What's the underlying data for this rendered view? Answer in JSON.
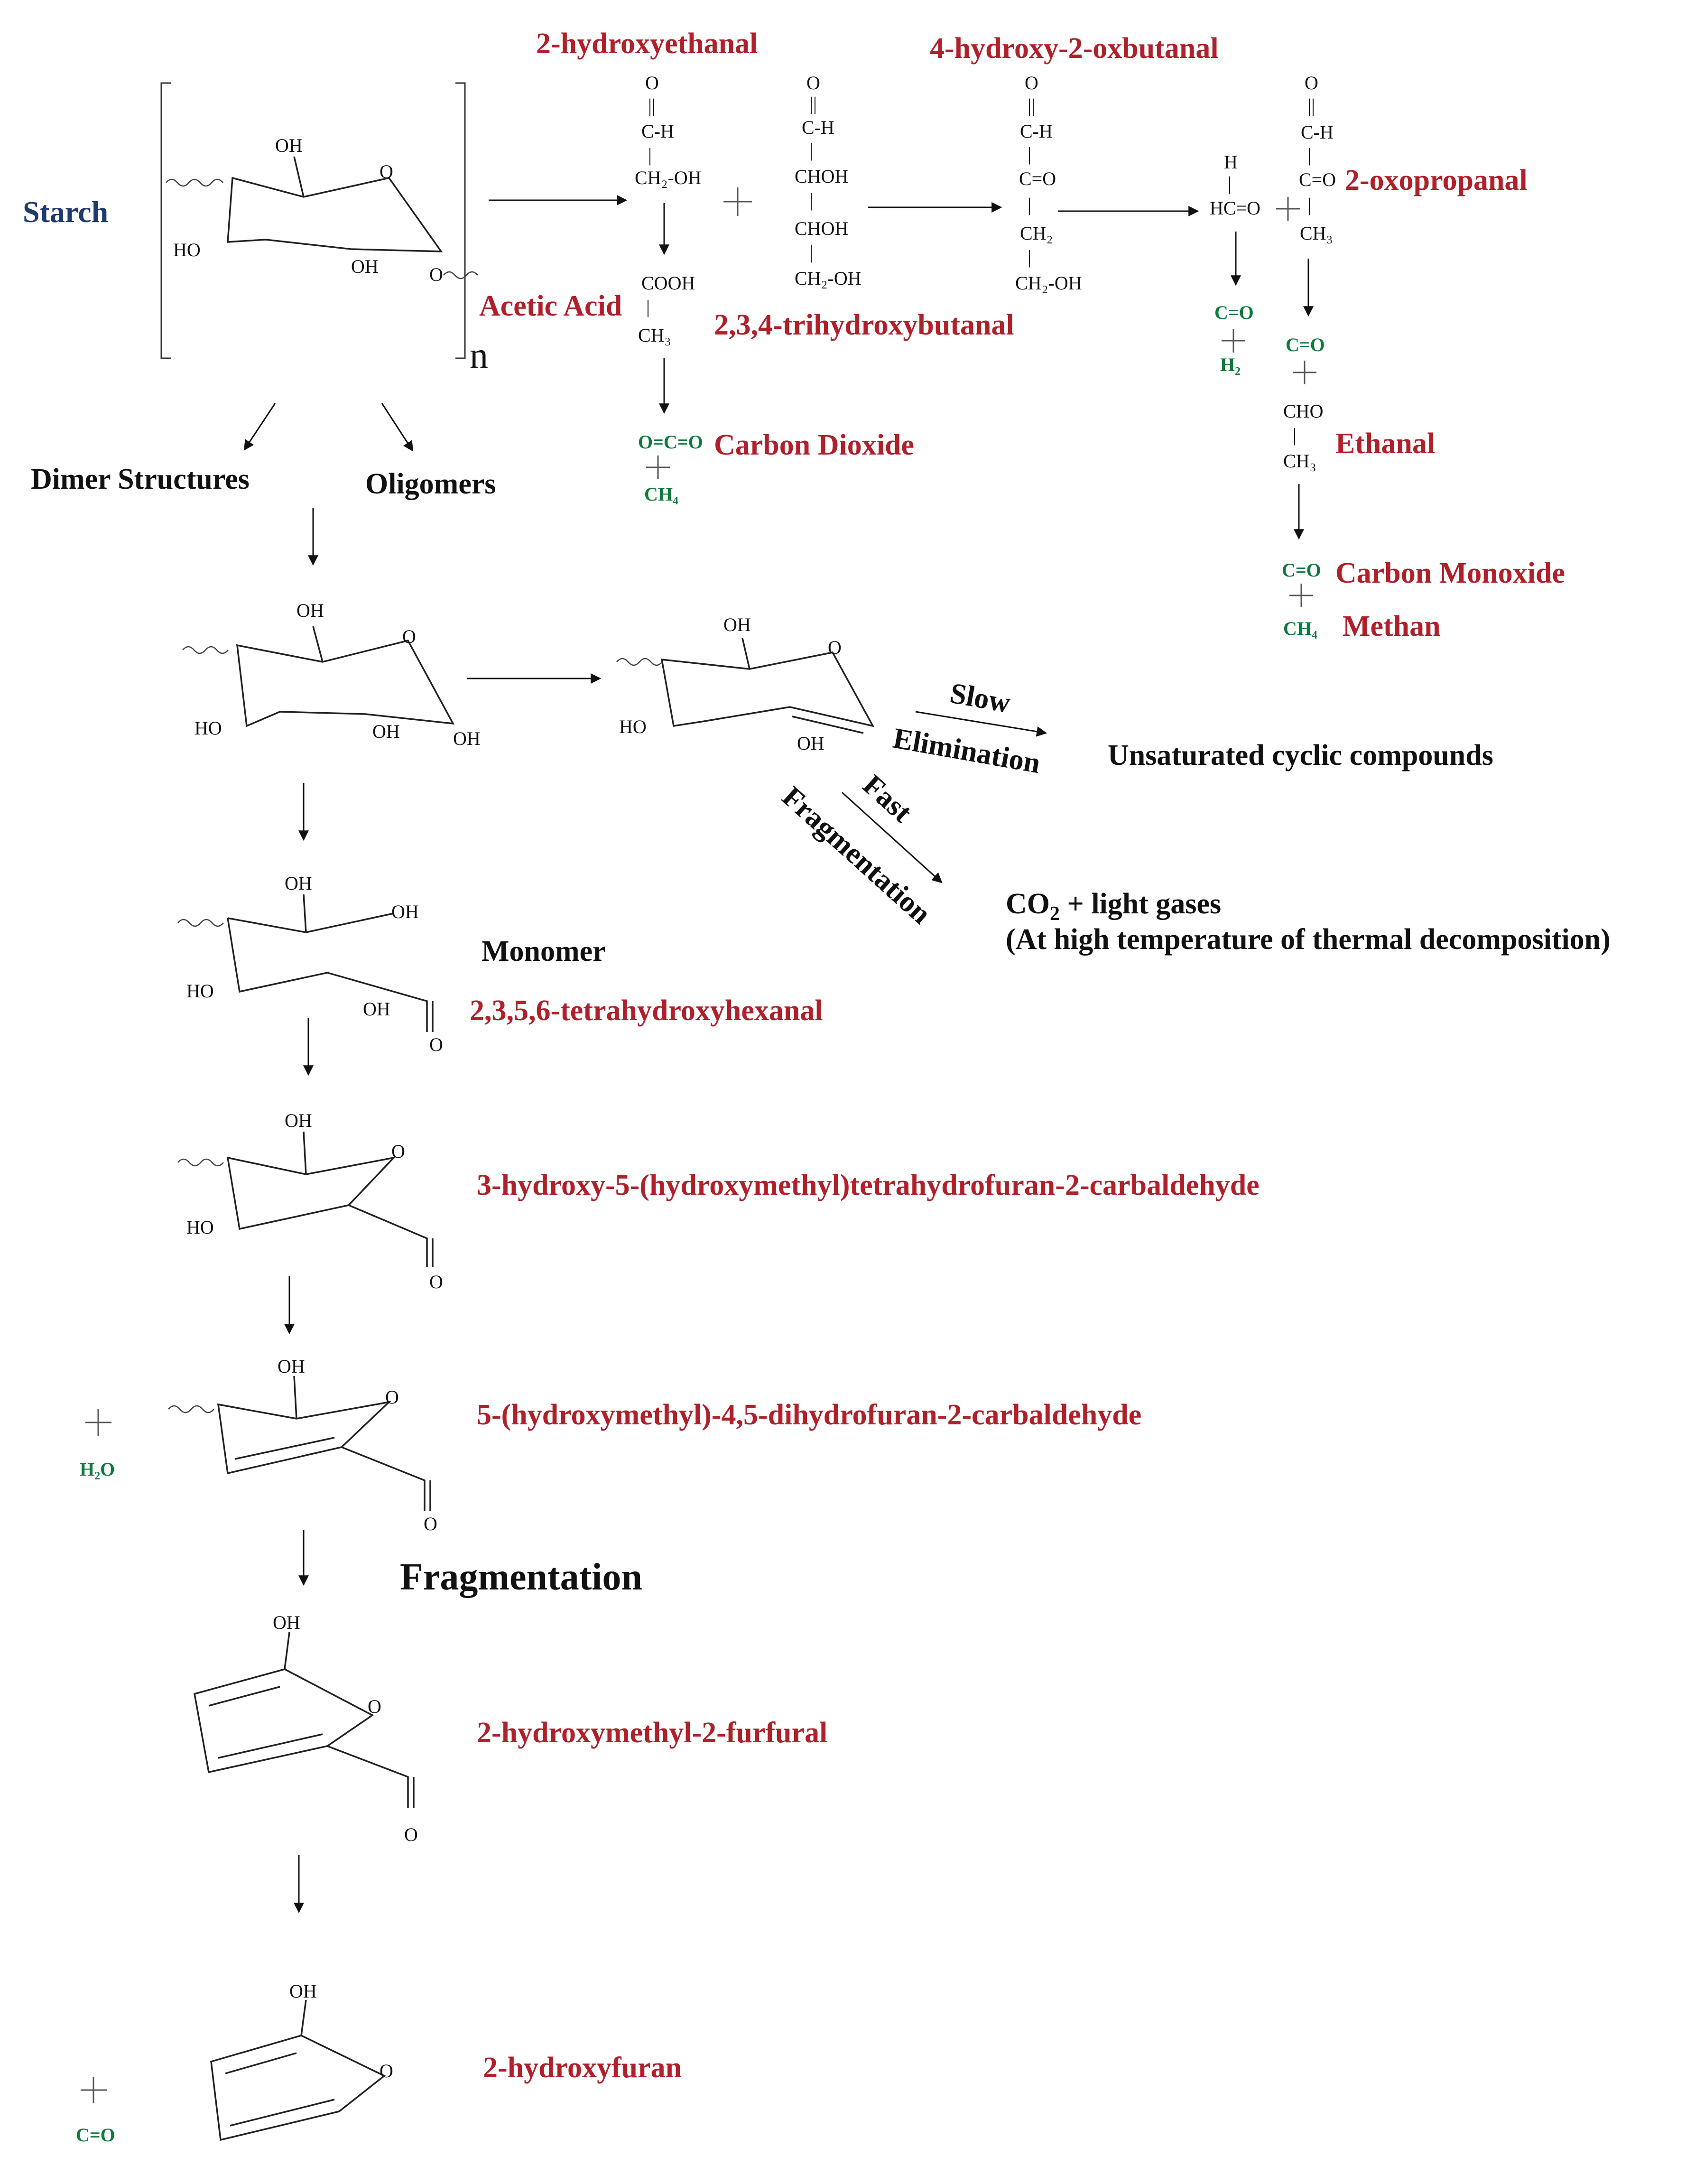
{
  "labels": {
    "starch": "Starch",
    "n": "n",
    "hydroxyethanal": "2-hydroxyethanal",
    "hydroxyoxobutanal": "4-hydroxy-2-oxbutanal",
    "oxopropanal": "2-oxopropanal",
    "acetic_acid": "Acetic Acid",
    "trihydroxybutanal": "2,3,4-trihydroxybutanal",
    "carbon_dioxide": "Carbon Dioxide",
    "ethanal": "Ethanal",
    "carbon_monoxide": "Carbon Monoxide",
    "methan": "Methan",
    "dimer_structures": "Dimer Structures",
    "oligomers": "Oligomers",
    "slow": "Slow",
    "elimination": "Elimination",
    "unsaturated": "Unsaturated cyclic compounds",
    "fast": "Fast",
    "fragmentation_diag": "Fragmentation",
    "co2_light_gases_prefix": "CO",
    "co2_light_gases_sub": "2",
    "co2_light_gases_suffix": " + light gases",
    "high_temp": "(At high temperature of thermal decomposition)",
    "monomer": "Monomer",
    "tetrahydroxyhexanal": "2,3,5,6-tetrahydroxyhexanal",
    "thf_carbaldehyde": "3-hydroxy-5-(hydroxymethyl)tetrahydrofuran-2-carbaldehyde",
    "dhf_carbaldehyde": "5-(hydroxymethyl)-4,5-dihydrofuran-2-carbaldehyde",
    "fragmentation": "Fragmentation",
    "furfural": "2-hydroxymethyl-2-furfural",
    "hydroxyfuran": "2-hydroxyfuran"
  },
  "atoms": {
    "o": "O",
    "oh": "OH",
    "ho": "HO",
    "ch": "C-H",
    "ch2oh": "CH₂-OH",
    "chohh": "CHOH",
    "cooh": "COOH",
    "ch3": "CH₃",
    "ch2": "CH₂",
    "co": "C=O",
    "h": "H",
    "hco": "HC=O",
    "cho": "CHO",
    "dbl": "||",
    "sgl": "|",
    "plus": "+"
  },
  "small_products": {
    "oco": "O=C=O",
    "ch4": "CH₄",
    "co": "C=O",
    "h2": "H₂",
    "h2o": "H₂O"
  },
  "colors": {
    "red_label": "#B0202A",
    "starch_blue": "#1F3A6E",
    "green_product": "#0E7A3C",
    "black": "#111111"
  }
}
